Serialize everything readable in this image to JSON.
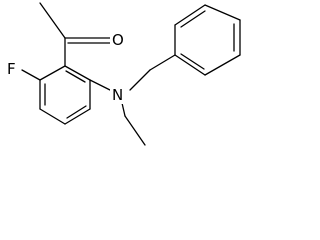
{
  "atoms": {
    "fluorine": "F",
    "oxygen": "O",
    "nitrogen": "N"
  },
  "colors": {
    "bond": "#000000",
    "background": "#ffffff"
  }
}
